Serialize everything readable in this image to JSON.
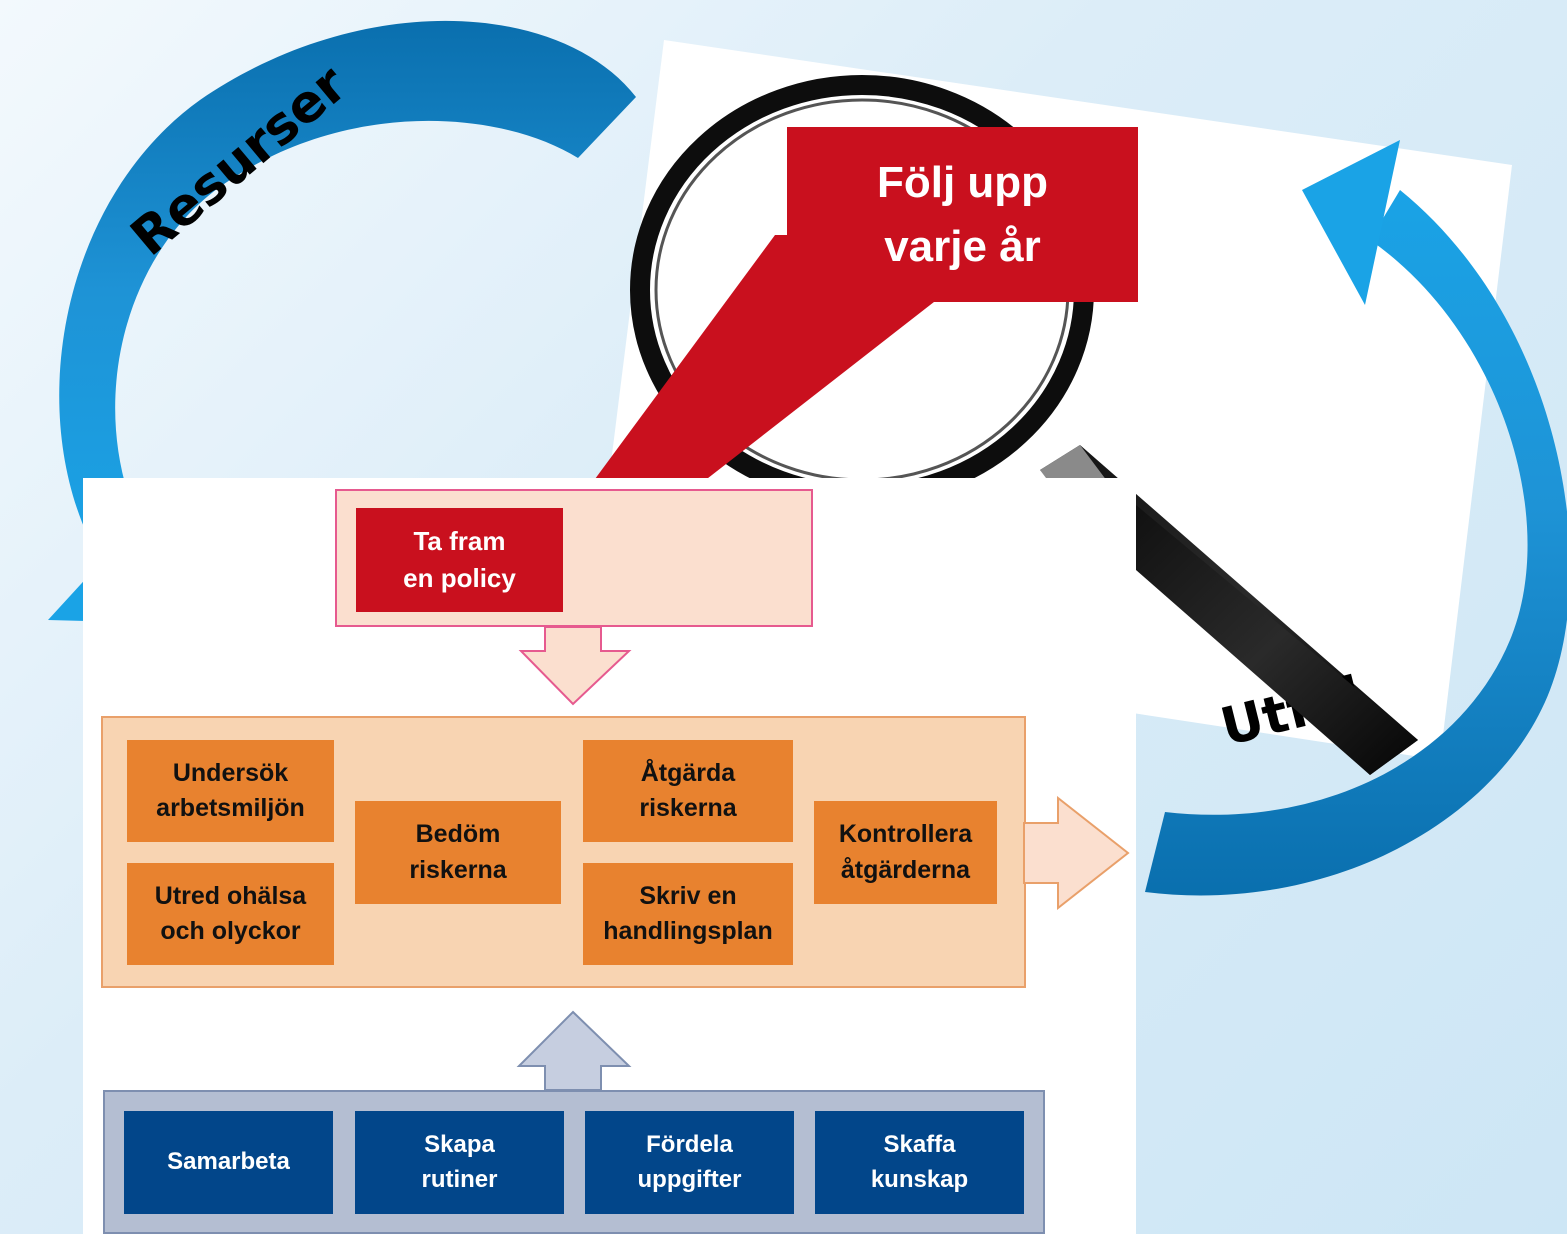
{
  "diagram": {
    "callout": {
      "text": "Följ upp\nvarje år"
    },
    "arc_labels": {
      "left": "Resurser",
      "right": "Utfall"
    },
    "policy": {
      "label": "Ta fram\nen policy"
    },
    "process_steps": {
      "investigate": "Undersök\narbetsmiljön",
      "assess": "Bedöm\nriskerna",
      "remedy": "Åtgärda\nriskerna",
      "check": "Kontrollera\nåtgärderna",
      "incidents": "Utred ohälsa\noch olyckor",
      "plan": "Skriv en\nhandlingsplan"
    },
    "resources": [
      "Samarbeta",
      "Skapa\nrutiner",
      "Fördela\nuppgifter",
      "Skaffa\nkunskap"
    ],
    "colors": {
      "arrow_blue": "#1a9fe0",
      "arrow_blue_dark": "#0a6fae",
      "policy_red": "#c9101e",
      "process_orange": "#e8822f",
      "resource_navy": "#02468a"
    },
    "icons": {
      "magnifier": "magnifying-glass-icon"
    }
  }
}
